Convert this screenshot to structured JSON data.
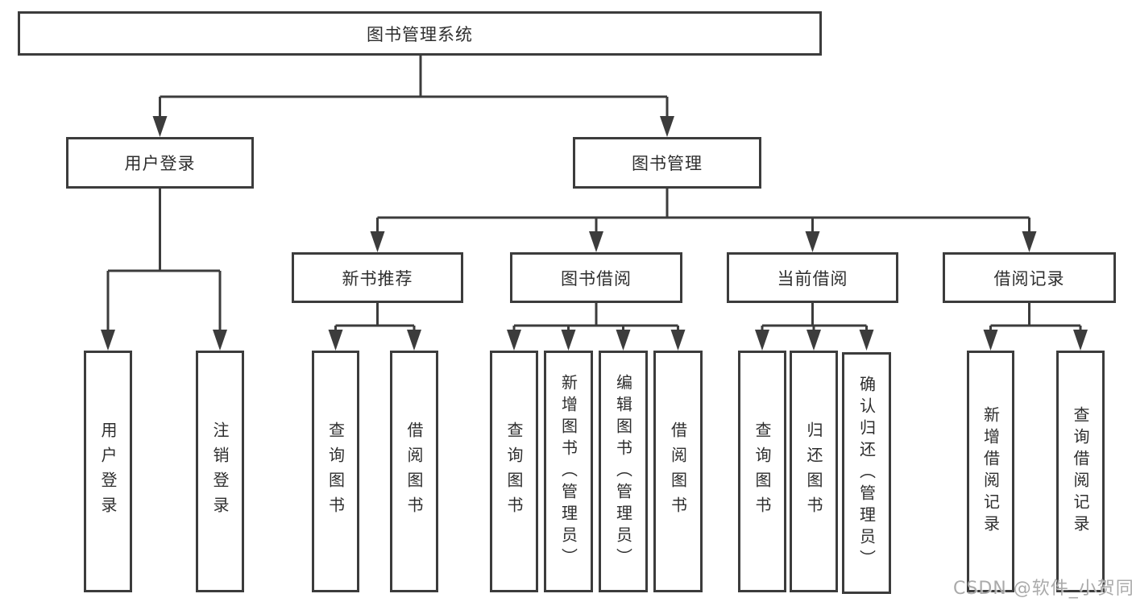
{
  "tree": {
    "root": "图书管理系统",
    "children": [
      {
        "label": "用户登录",
        "children": [
          {
            "label": "用户登录"
          },
          {
            "label": "注销登录"
          }
        ]
      },
      {
        "label": "图书管理",
        "children": [
          {
            "label": "新书推荐",
            "children": [
              {
                "label": "查询图书"
              },
              {
                "label": "借阅图书"
              }
            ]
          },
          {
            "label": "图书借阅",
            "children": [
              {
                "label": "查询图书"
              },
              {
                "label": "新增图书（管理员）"
              },
              {
                "label": "编辑图书（管理员）"
              },
              {
                "label": "借阅图书"
              }
            ]
          },
          {
            "label": "当前借阅",
            "children": [
              {
                "label": "查询图书"
              },
              {
                "label": "归还图书"
              },
              {
                "label": "确认归还（管理员）"
              }
            ]
          },
          {
            "label": "借阅记录",
            "children": [
              {
                "label": "新增借阅记录"
              },
              {
                "label": "查询借阅记录"
              }
            ]
          }
        ]
      }
    ]
  },
  "watermark": "CSDN @软件_小贺同学",
  "colors": {
    "line": "#3c3c3c",
    "box_fill": "#ffffff",
    "text": "#2e2e2e",
    "watermark": "#9e9e9e",
    "background": "#ffffff"
  }
}
